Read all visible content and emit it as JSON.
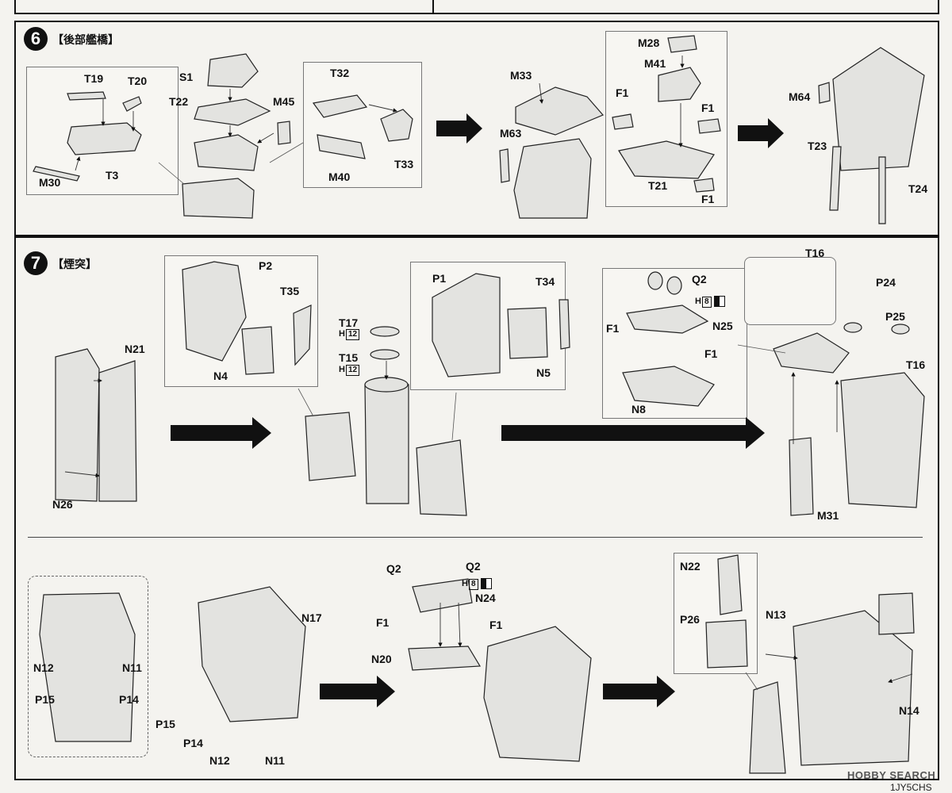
{
  "step6": {
    "number": "6",
    "title": "【後部艦橋】",
    "labels": [
      "T19",
      "T20",
      "T3",
      "M30",
      "S1",
      "T22",
      "M45",
      "T32",
      "M40",
      "T33",
      "M33",
      "M63",
      "M28",
      "M41",
      "F1",
      "F1",
      "T21",
      "F1",
      "M64",
      "T23",
      "T24"
    ]
  },
  "step7": {
    "number": "7",
    "title": "【煙突】",
    "labels": [
      "N21",
      "N26",
      "P2",
      "T35",
      "N4",
      "T17",
      "T15",
      "P1",
      "T34",
      "N5",
      "Q2",
      "N25",
      "F1",
      "F1",
      "N8",
      "T16",
      "P24",
      "P25",
      "T16",
      "M31"
    ],
    "paint_h12_a": "H",
    "paint_h12_a_num": "12",
    "paint_h12_b": "H",
    "paint_h12_b_num": "12",
    "paint_h8": "H",
    "paint_h8_num": "8"
  },
  "step7b": {
    "labels": [
      "N12",
      "N11",
      "P15",
      "P14",
      "N17",
      "P15",
      "P14",
      "N12",
      "N11",
      "Q2",
      "Q2",
      "N24",
      "F1",
      "F1",
      "N20",
      "N22",
      "P26",
      "N13",
      "N14"
    ],
    "paint_h8": "H",
    "paint_h8_num": "8"
  },
  "footer": {
    "watermark": "HOBBY SEARCH",
    "code": "1JY5CHS"
  }
}
